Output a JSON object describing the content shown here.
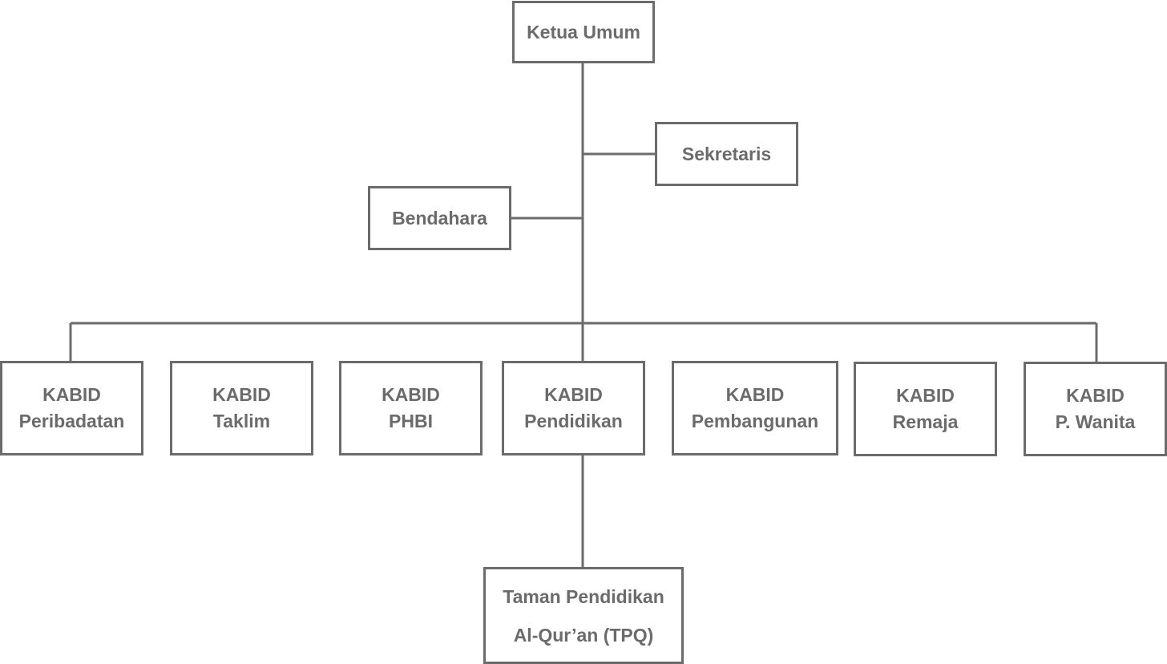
{
  "chart": {
    "top": {
      "label": "Ketua Umum"
    },
    "sekretaris": {
      "label": "Sekretaris"
    },
    "bendahara": {
      "label": "Bendahara"
    },
    "divisions": [
      {
        "line1": "KABID",
        "line2": "Peribadatan"
      },
      {
        "line1": "KABID",
        "line2": "Taklim"
      },
      {
        "line1": "KABID",
        "line2": "PHBI"
      },
      {
        "line1": "KABID",
        "line2": "Pendidikan"
      },
      {
        "line1": "KABID",
        "line2": "Pembangunan"
      },
      {
        "line1": "KABID",
        "line2": "Remaja"
      },
      {
        "line1": "KABID",
        "line2": "P. Wanita"
      }
    ],
    "tpq": {
      "line1": "Taman Pendidikan",
      "line2": "Al-Qur’an (TPQ)"
    }
  },
  "colors": {
    "stroke": "#6b6b6b",
    "text": "#6b6b6b",
    "background": "#ffffff"
  }
}
